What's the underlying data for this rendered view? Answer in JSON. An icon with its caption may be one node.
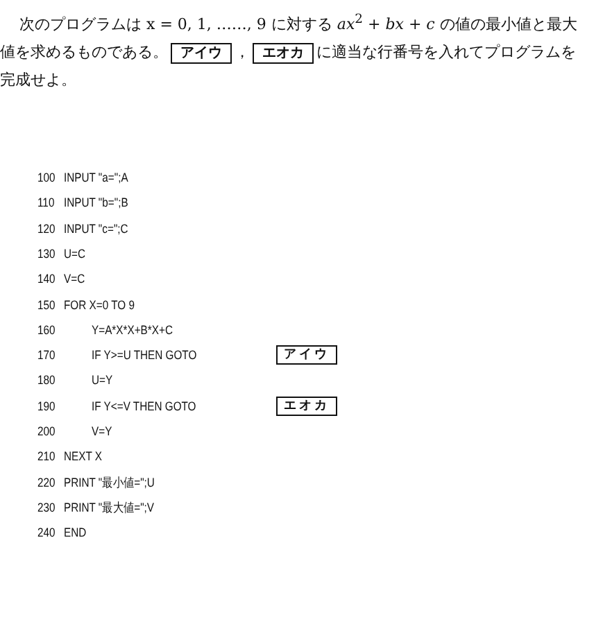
{
  "diagram": {
    "nodes": [
      {
        "text": [
          "アイウ"
        ]
      },
      {
        "text": [
          "エオカ"
        ]
      },
      {
        "text": [
          "アイウ"
        ]
      },
      {
        "text": [
          "エオカ"
        ]
      }
    ],
    "labels": [
      "次のプログラムは x = 0, 1, ……, 9 に対する *ax*$^{2}$ + *bx* + *c* の値の最小値と最大値を求めるものである。",
      "，",
      "に適当な行番号を入れてプログラムを完成せよ。",
      "100",
      "INPUT \"a=\";A",
      "110",
      "INPUT \"b=\";B",
      "120",
      "INPUT \"c=\";C",
      "130",
      "U=C",
      "140",
      "V=C",
      "150",
      "FOR X=0 TO 9",
      "160",
      "Y=A*X*X+B*X+C",
      "170",
      "IF Y>=U THEN GOTO",
      "180",
      "U=Y",
      "190",
      "IF Y<=V THEN GOTO",
      "200",
      "V=Y",
      "210",
      "NEXT X",
      "220",
      "PRINT \"最小値=\";U",
      "230",
      "PRINT \"最大値=\";V",
      "240",
      "END"
    ]
  }
}
